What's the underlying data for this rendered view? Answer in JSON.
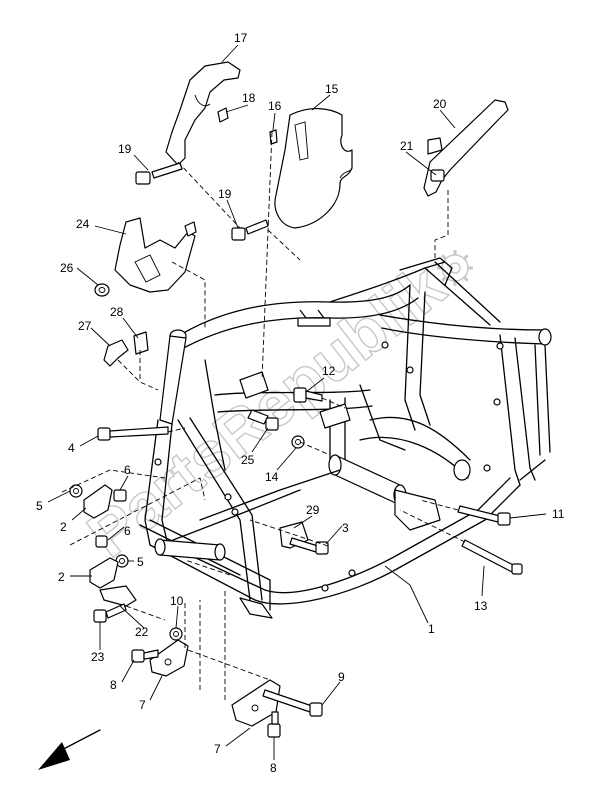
{
  "watermark": {
    "text": "PartsRepublik"
  },
  "callouts": [
    {
      "id": "c17",
      "text": "17"
    },
    {
      "id": "c18",
      "text": "18"
    },
    {
      "id": "c16",
      "text": "16"
    },
    {
      "id": "c15",
      "text": "15"
    },
    {
      "id": "c20",
      "text": "20"
    },
    {
      "id": "c19a",
      "text": "19"
    },
    {
      "id": "c21",
      "text": "21"
    },
    {
      "id": "c19b",
      "text": "19"
    },
    {
      "id": "c24",
      "text": "24"
    },
    {
      "id": "c26",
      "text": "26"
    },
    {
      "id": "c28",
      "text": "28"
    },
    {
      "id": "c27",
      "text": "27"
    },
    {
      "id": "c12",
      "text": "12"
    },
    {
      "id": "c4",
      "text": "4"
    },
    {
      "id": "c25",
      "text": "25"
    },
    {
      "id": "c14",
      "text": "14"
    },
    {
      "id": "c6a",
      "text": "6"
    },
    {
      "id": "c5a",
      "text": "5"
    },
    {
      "id": "c2a",
      "text": "2"
    },
    {
      "id": "c6b",
      "text": "6"
    },
    {
      "id": "c29",
      "text": "29"
    },
    {
      "id": "c3",
      "text": "3"
    },
    {
      "id": "c11",
      "text": "11"
    },
    {
      "id": "c5b",
      "text": "5"
    },
    {
      "id": "c2b",
      "text": "2"
    },
    {
      "id": "c13",
      "text": "13"
    },
    {
      "id": "c10",
      "text": "10"
    },
    {
      "id": "c22",
      "text": "22"
    },
    {
      "id": "c1",
      "text": "1"
    },
    {
      "id": "c23",
      "text": "23"
    },
    {
      "id": "c8a",
      "text": "8"
    },
    {
      "id": "c7a",
      "text": "7"
    },
    {
      "id": "c9",
      "text": "9"
    },
    {
      "id": "c7b",
      "text": "7"
    },
    {
      "id": "c8b",
      "text": "8"
    }
  ],
  "colors": {
    "line": "#000000",
    "background": "#ffffff",
    "watermark": "#c8c8c8"
  },
  "icons": {
    "direction": "front-arrow-icon",
    "watermark_gear": "gear-icon"
  }
}
